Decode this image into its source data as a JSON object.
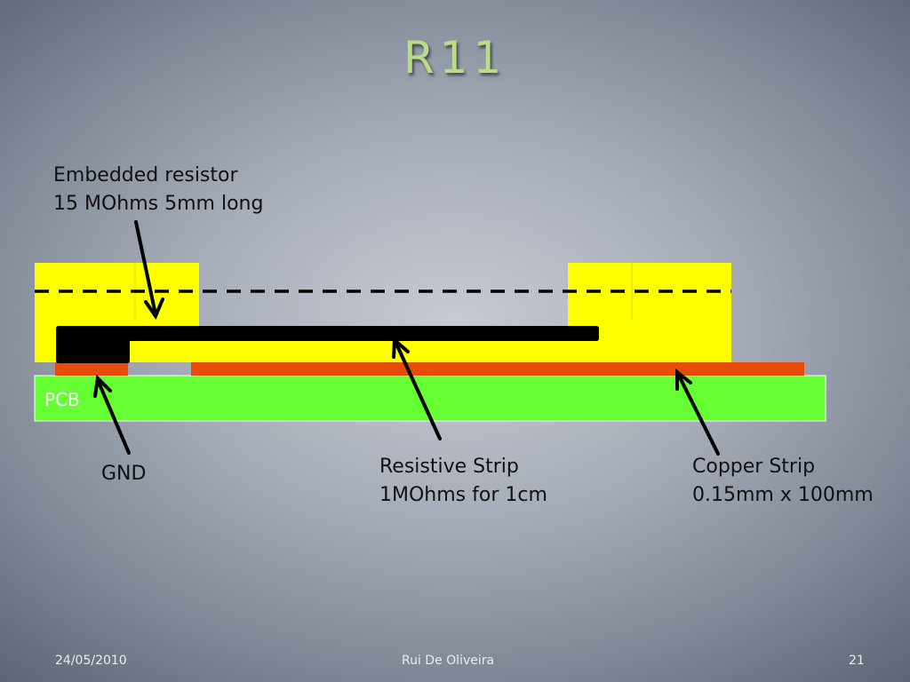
{
  "slide": {
    "title": "R11",
    "labels": {
      "embedded": [
        "Embedded resistor",
        "15 MOhms 5mm long"
      ],
      "gnd": "GND",
      "resistive": [
        "Resistive Strip",
        "1MOhms for 1cm"
      ],
      "copper": [
        "Copper Strip",
        "0.15mm x 100mm"
      ],
      "pcb": "PCB"
    },
    "footer": {
      "date": "24/05/2010",
      "author": "Rui De Oliveira",
      "page": "21"
    },
    "colors": {
      "pcb": "#66ff33",
      "copper": "#e84c0a",
      "dielectric": "#ffff00",
      "resistor": "#000000",
      "title": "#b9dd87"
    }
  }
}
